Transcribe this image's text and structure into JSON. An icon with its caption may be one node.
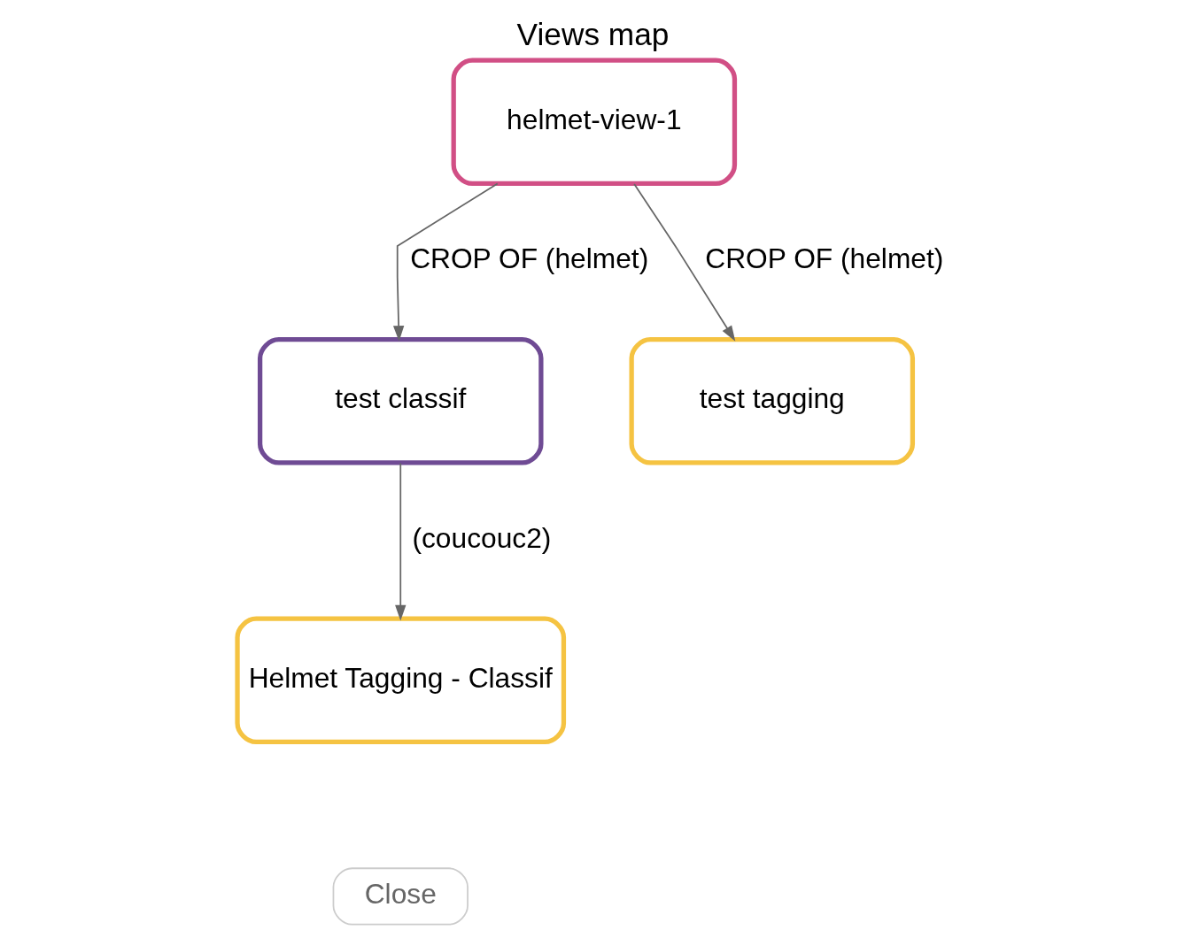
{
  "diagram": {
    "title": "Views map",
    "nodes": [
      {
        "text": [
          "helmet-view-1"
        ]
      },
      {
        "text": [
          "test classif"
        ]
      },
      {
        "text": [
          "test tagging"
        ]
      },
      {
        "text": [
          "Helmet Tagging - Classif"
        ]
      }
    ],
    "edges": [
      {
        "from": 0,
        "to": 1,
        "arrow": "to",
        "label": "CROP OF (helmet)"
      },
      {
        "from": 0,
        "to": 2,
        "arrow": "to",
        "label": "CROP OF (helmet)"
      },
      {
        "from": 1,
        "to": 3,
        "arrow": "to",
        "label": "(coucouc2)"
      }
    ],
    "labels": [
      "Close"
    ]
  }
}
